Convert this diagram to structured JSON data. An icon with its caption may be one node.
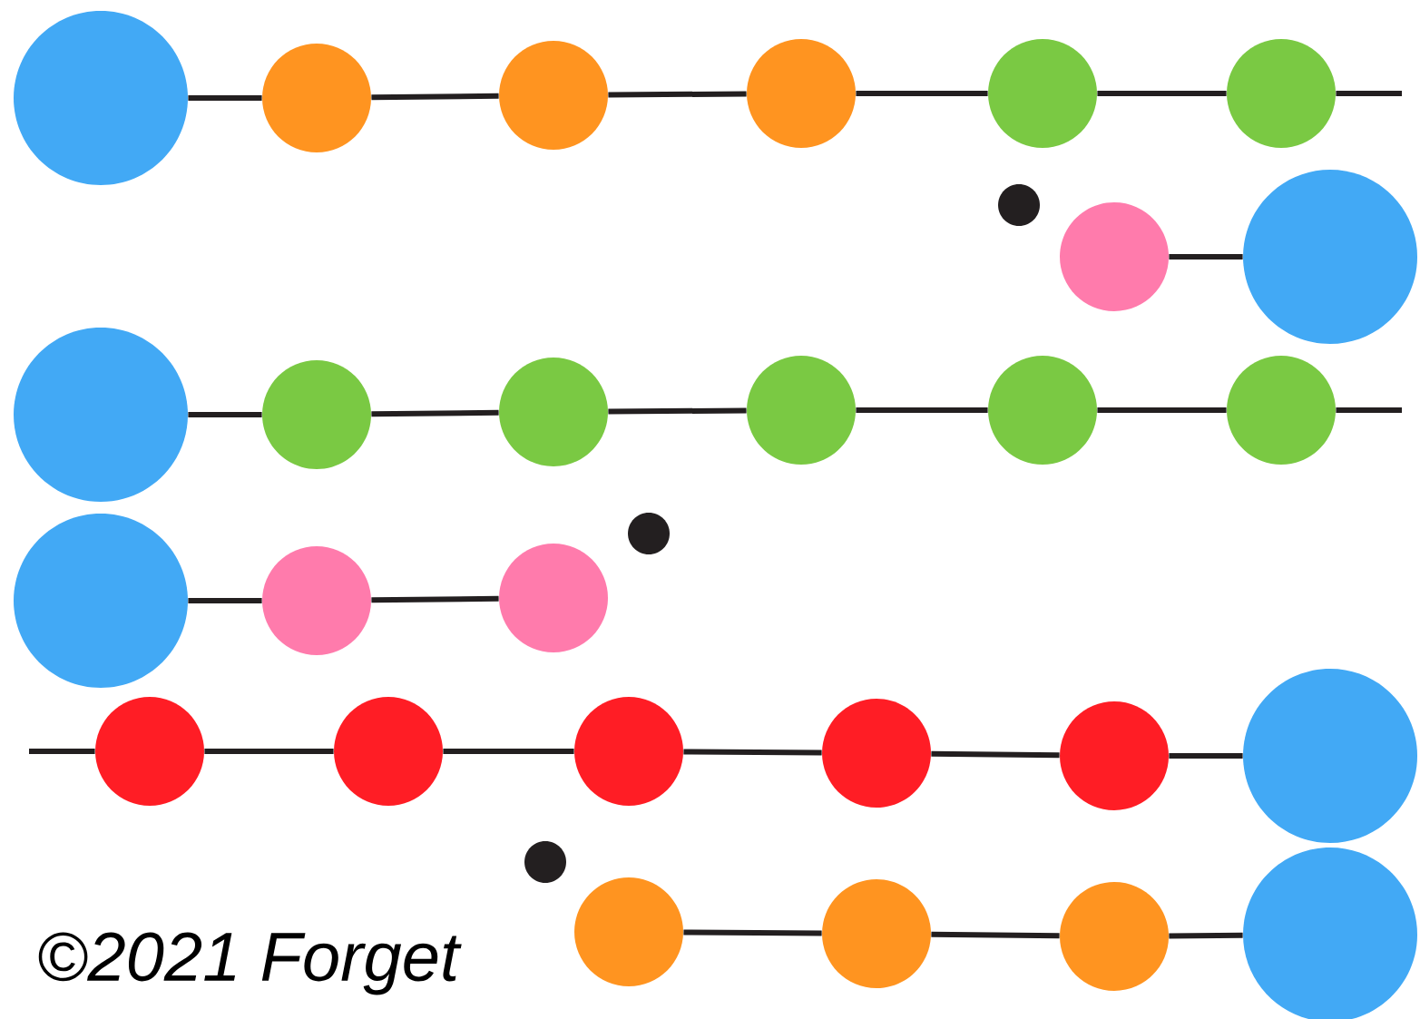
{
  "diagram": {
    "nodes": [
      {
        "text": [],
        "shape": "circle"
      },
      {
        "text": [],
        "shape": "circle"
      },
      {
        "text": [],
        "shape": "circle"
      },
      {
        "text": [],
        "shape": "circle"
      },
      {
        "text": [],
        "shape": "circle"
      },
      {
        "text": [],
        "shape": "circle"
      },
      {
        "text": [],
        "shape": "circle"
      },
      {
        "text": [],
        "shape": "circle"
      },
      {
        "text": [],
        "shape": "circle"
      },
      {
        "text": [],
        "shape": "circle"
      },
      {
        "text": [],
        "shape": "circle"
      },
      {
        "text": [],
        "shape": "circle"
      },
      {
        "text": [],
        "shape": "circle"
      },
      {
        "text": [],
        "shape": "circle"
      },
      {
        "text": [],
        "shape": "circle"
      },
      {
        "text": [],
        "shape": "circle"
      },
      {
        "text": [],
        "shape": "circle"
      },
      {
        "text": [],
        "shape": "circle"
      },
      {
        "text": [],
        "shape": "circle"
      },
      {
        "text": [],
        "shape": "circle"
      },
      {
        "text": [],
        "shape": "circle"
      },
      {
        "text": [],
        "shape": "circle"
      },
      {
        "text": [],
        "shape": "circle"
      },
      {
        "text": [],
        "shape": "circle"
      },
      {
        "text": [],
        "shape": "circle"
      },
      {
        "text": [],
        "shape": "circle"
      },
      {
        "text": [],
        "shape": "circle"
      },
      {
        "text": [],
        "shape": "circle"
      },
      {
        "text": [],
        "shape": "circle"
      },
      {
        "text": [],
        "shape": "circle"
      }
    ],
    "edges": [
      {
        "from": 0,
        "to": 1,
        "arrow": "none"
      },
      {
        "from": 1,
        "to": 2,
        "arrow": "none"
      },
      {
        "from": 2,
        "to": 3,
        "arrow": "none"
      },
      {
        "from": 3,
        "to": 4,
        "arrow": "none"
      },
      {
        "from": 4,
        "to": 5,
        "arrow": "none"
      },
      {
        "from": 5,
        "to": null,
        "arrow": "none"
      },
      {
        "from": 7,
        "to": 8,
        "arrow": "none"
      },
      {
        "from": 9,
        "to": 10,
        "arrow": "none"
      },
      {
        "from": 10,
        "to": 11,
        "arrow": "none"
      },
      {
        "from": 11,
        "to": 12,
        "arrow": "none"
      },
      {
        "from": 12,
        "to": 13,
        "arrow": "none"
      },
      {
        "from": 13,
        "to": 14,
        "arrow": "none"
      },
      {
        "from": 14,
        "to": null,
        "arrow": "none"
      },
      {
        "from": 15,
        "to": 16,
        "arrow": "none"
      },
      {
        "from": 16,
        "to": 17,
        "arrow": "none"
      },
      {
        "from": null,
        "to": 19,
        "arrow": "none"
      },
      {
        "from": 19,
        "to": 20,
        "arrow": "none"
      },
      {
        "from": 20,
        "to": 21,
        "arrow": "none"
      },
      {
        "from": 21,
        "to": 22,
        "arrow": "none"
      },
      {
        "from": 22,
        "to": 23,
        "arrow": "none"
      },
      {
        "from": 23,
        "to": 24,
        "arrow": "none"
      },
      {
        "from": 26,
        "to": 27,
        "arrow": "none"
      },
      {
        "from": 27,
        "to": 28,
        "arrow": "none"
      },
      {
        "from": 28,
        "to": 29,
        "arrow": "none"
      }
    ],
    "labels": [
      "©2021 Forget"
    ]
  }
}
